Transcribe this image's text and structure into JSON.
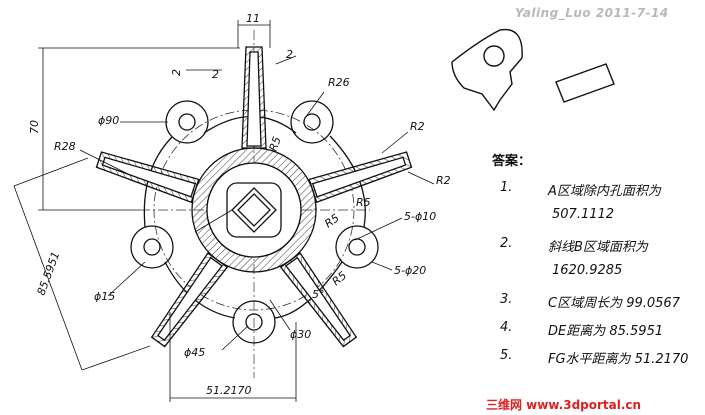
{
  "signature": "Yaling_Luo 2011-7-14",
  "watermark": "三维网 www.3dportal.cn",
  "dimensions": {
    "d11": "11",
    "d2a": "2",
    "d2b": "2",
    "d2c": "2",
    "r26": "R26",
    "d70": "70",
    "phi90": "ϕ90",
    "r28": "R28",
    "r2a": "R2",
    "r2b": "R2",
    "r5a": "R5",
    "r5b": "R5",
    "r5c": "R5",
    "r5d": "R5",
    "h10": "5-ϕ10",
    "h20": "5-ϕ20",
    "d85": "85.5951",
    "phi15": "ϕ15",
    "deg5": "5°",
    "phi30": "ϕ30",
    "phi45": "ϕ45",
    "d51": "51.2170"
  },
  "answers": {
    "title": "答案：",
    "items": [
      {
        "num": "1.",
        "label": "A区域除内孔面积为",
        "value": "507.1112"
      },
      {
        "num": "2.",
        "label": "斜线B区域面积为",
        "value": "1620.9285"
      },
      {
        "num": "3.",
        "label": "C区域周长为 99.0567",
        "value": ""
      },
      {
        "num": "4.",
        "label": "DE距离为 85.5951",
        "value": ""
      },
      {
        "num": "5.",
        "label": "FG水平距离为 51.2170",
        "value": ""
      }
    ]
  }
}
